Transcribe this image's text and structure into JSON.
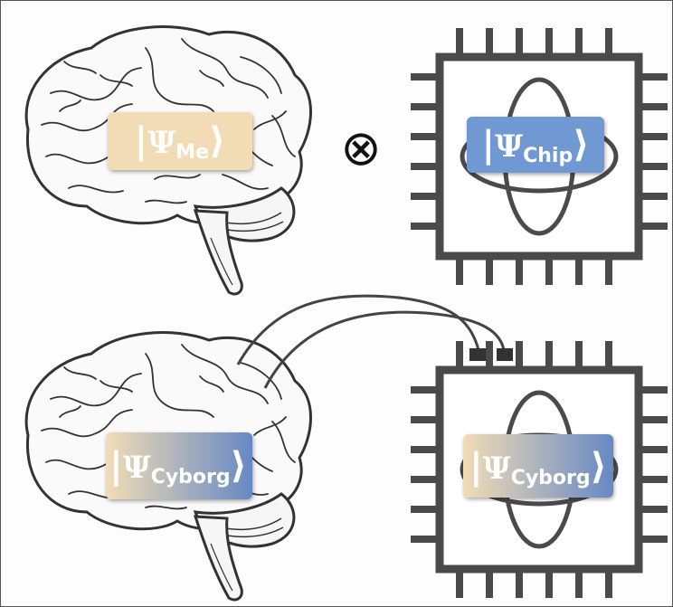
{
  "top_row": {
    "brain_state": {
      "symbol": "Ψ",
      "subscript": "Me",
      "fill": "#f2dcb5"
    },
    "operator": {
      "symbol": "⊗"
    },
    "chip_state": {
      "symbol": "Ψ",
      "subscript": "Chip",
      "fill": "#6f98d3"
    }
  },
  "bottom_row": {
    "brain_state": {
      "symbol": "Ψ",
      "subscript": "Cyborg",
      "gradient": [
        "#f2dcb5",
        "#6689c4"
      ]
    },
    "chip_state": {
      "symbol": "Ψ",
      "subscript": "Cyborg",
      "gradient": [
        "#f2dcb5",
        "#6689c4"
      ]
    }
  },
  "colors": {
    "outline": "#333333",
    "chip": "#4a4a4a"
  }
}
